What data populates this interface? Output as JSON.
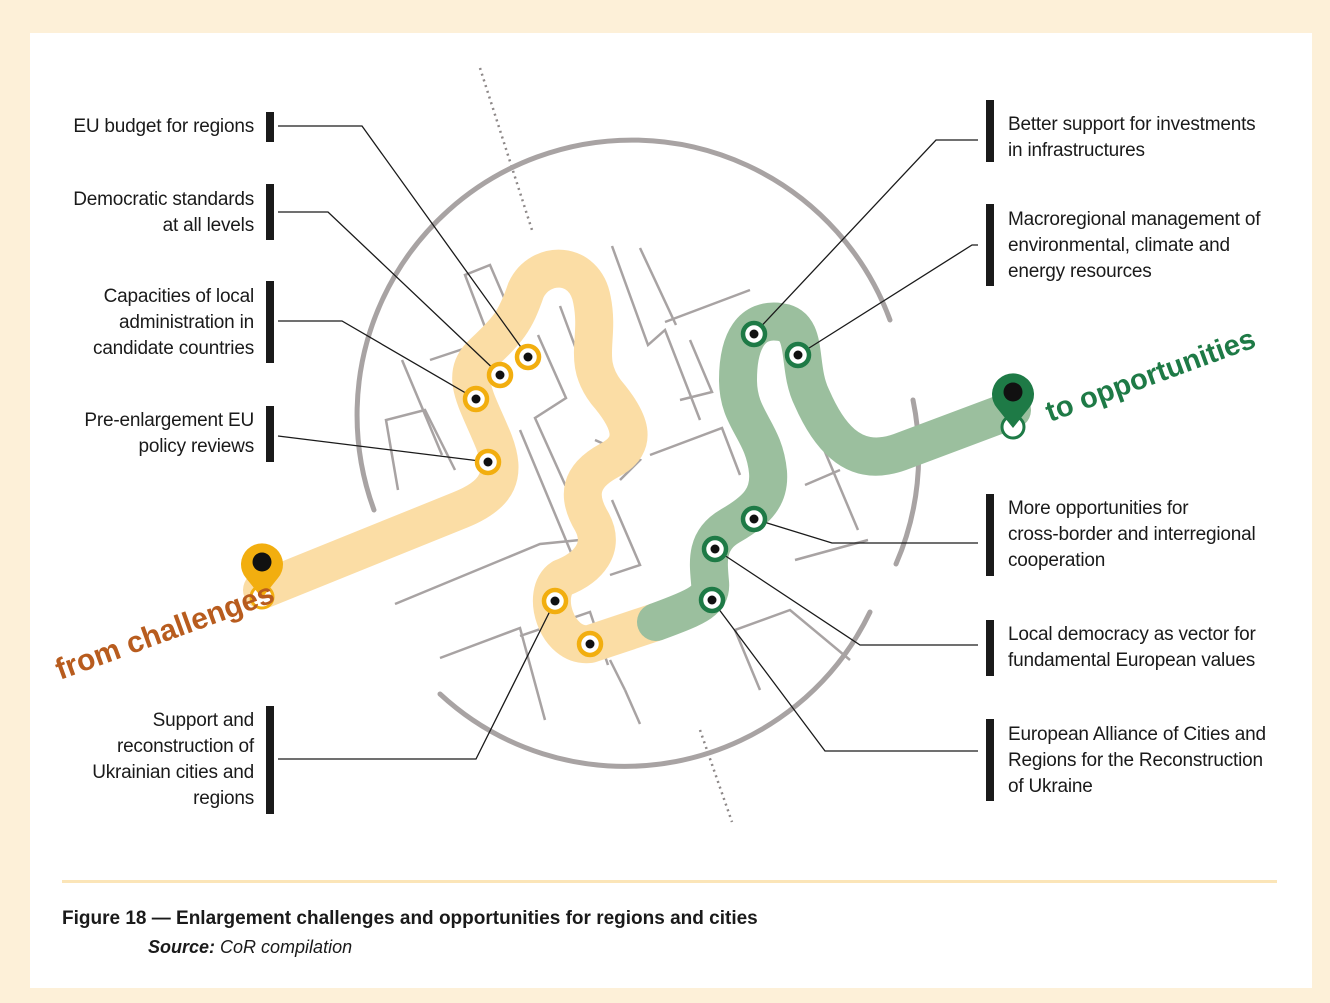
{
  "colors": {
    "background": "#fdf0d8",
    "challenge_path": "#fbdda5",
    "challenge_node": "#f2ae0f",
    "opportunity_path": "#9bbf9e",
    "opportunity_node": "#1e7a46",
    "from_text": "#b85c1e",
    "to_text": "#1e7a46",
    "maze": "#a8a3a3"
  },
  "endpoints": {
    "start": "from challenges",
    "end": "to opportunities"
  },
  "labels": {
    "left": [
      "EU budget for regions",
      "Democratic standards\nat all levels",
      "Capacities of local\nadministration in\ncandidate countries",
      "Pre-enlargement EU\npolicy reviews",
      "Support and\nreconstruction of\nUkrainian cities and\nregions"
    ],
    "right": [
      "Better support for investments\nin infrastructures",
      "Macroregional management of\nenvironmental, climate and\nenergy resources",
      "More opportunities for\ncross-border and interregional\ncooperation",
      "Local democracy as vector for\nfundamental European values",
      "European Alliance of Cities and\nRegions for the Reconstruction\nof Ukraine"
    ]
  },
  "caption": {
    "title": "Figure 18 — Enlargement challenges and opportunities for regions and cities",
    "source_label": "Source:",
    "source_text": " CoR compilation"
  }
}
